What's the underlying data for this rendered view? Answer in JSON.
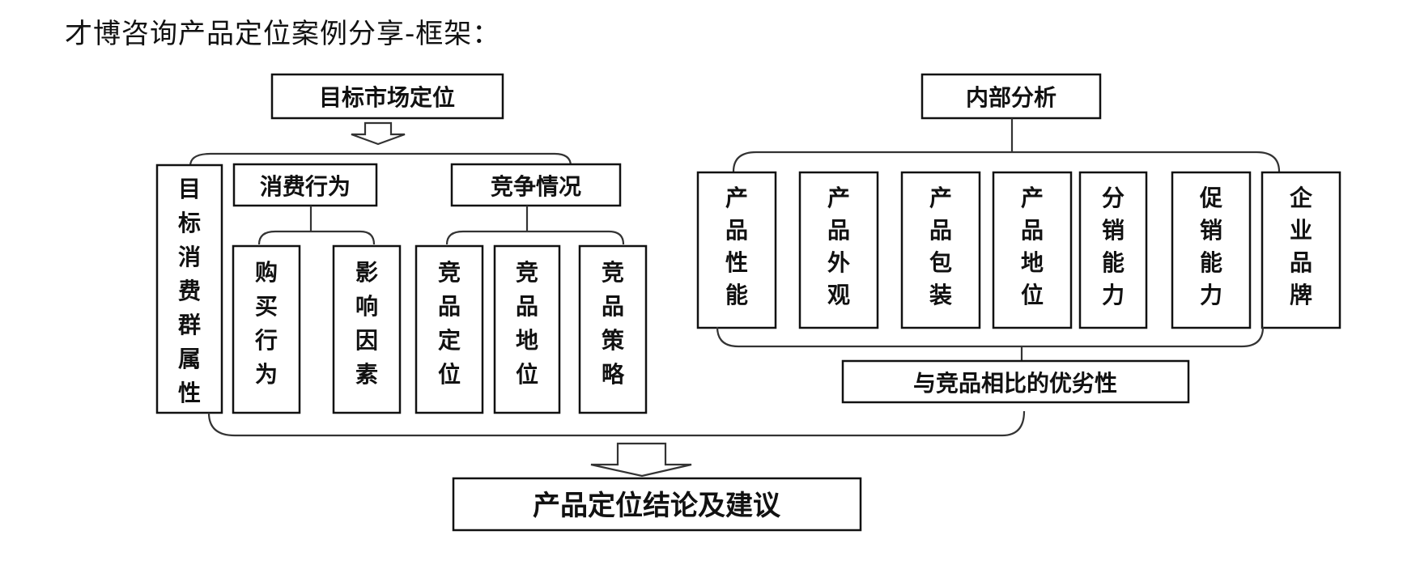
{
  "title": "才博咨询产品定位案例分享-框架：",
  "left": {
    "header": "目标市场定位",
    "target_attr": "目标消费群属性",
    "consumer_behavior": "消费行为",
    "competition": "竞争情况",
    "purchase_behavior": "购买行为",
    "influence_factors": "影响因素",
    "comp_positioning": "竞品定位",
    "comp_status": "竞品地位",
    "comp_strategy": "竞品策略"
  },
  "right": {
    "header": "内部分析",
    "items": [
      "产品性能",
      "产品外观",
      "产品包装",
      "产品地位",
      "分销能力",
      "促销能力",
      "企业品牌"
    ],
    "compare": "与竞品相比的优劣性"
  },
  "conclusion": "产品定位结论及建议"
}
